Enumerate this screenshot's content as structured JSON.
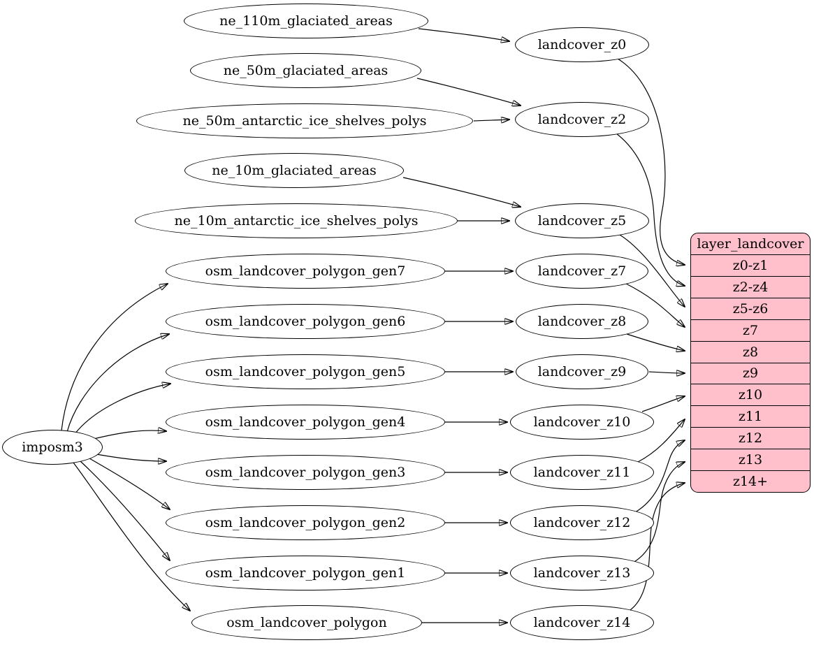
{
  "nodes": {
    "imposm3": "imposm3",
    "ne_110m_glaciated_areas": "ne_110m_glaciated_areas",
    "ne_50m_glaciated_areas": "ne_50m_glaciated_areas",
    "ne_50m_antarctic_ice_shelves_polys": "ne_50m_antarctic_ice_shelves_polys",
    "ne_10m_glaciated_areas": "ne_10m_glaciated_areas",
    "ne_10m_antarctic_ice_shelves_polys": "ne_10m_antarctic_ice_shelves_polys",
    "osm_landcover_polygon_gen7": "osm_landcover_polygon_gen7",
    "osm_landcover_polygon_gen6": "osm_landcover_polygon_gen6",
    "osm_landcover_polygon_gen5": "osm_landcover_polygon_gen5",
    "osm_landcover_polygon_gen4": "osm_landcover_polygon_gen4",
    "osm_landcover_polygon_gen3": "osm_landcover_polygon_gen3",
    "osm_landcover_polygon_gen2": "osm_landcover_polygon_gen2",
    "osm_landcover_polygon_gen1": "osm_landcover_polygon_gen1",
    "osm_landcover_polygon": "osm_landcover_polygon",
    "landcover_z0": "landcover_z0",
    "landcover_z2": "landcover_z2",
    "landcover_z5": "landcover_z5",
    "landcover_z7": "landcover_z7",
    "landcover_z8": "landcover_z8",
    "landcover_z9": "landcover_z9",
    "landcover_z10": "landcover_z10",
    "landcover_z11": "landcover_z11",
    "landcover_z12": "landcover_z12",
    "landcover_z13": "landcover_z13",
    "landcover_z14": "landcover_z14"
  },
  "table": {
    "title": "layer_landcover",
    "rows": [
      "z0-z1",
      "z2-z4",
      "z5-z6",
      "z7",
      "z8",
      "z9",
      "z10",
      "z11",
      "z12",
      "z13",
      "z14+"
    ]
  },
  "edges": [
    [
      "imposm3",
      "osm_landcover_polygon_gen7"
    ],
    [
      "imposm3",
      "osm_landcover_polygon_gen6"
    ],
    [
      "imposm3",
      "osm_landcover_polygon_gen5"
    ],
    [
      "imposm3",
      "osm_landcover_polygon_gen4"
    ],
    [
      "imposm3",
      "osm_landcover_polygon_gen3"
    ],
    [
      "imposm3",
      "osm_landcover_polygon_gen2"
    ],
    [
      "imposm3",
      "osm_landcover_polygon_gen1"
    ],
    [
      "imposm3",
      "osm_landcover_polygon"
    ],
    [
      "ne_110m_glaciated_areas",
      "landcover_z0"
    ],
    [
      "ne_50m_glaciated_areas",
      "landcover_z2"
    ],
    [
      "ne_50m_antarctic_ice_shelves_polys",
      "landcover_z2"
    ],
    [
      "ne_10m_glaciated_areas",
      "landcover_z5"
    ],
    [
      "ne_10m_antarctic_ice_shelves_polys",
      "landcover_z5"
    ],
    [
      "osm_landcover_polygon_gen7",
      "landcover_z7"
    ],
    [
      "osm_landcover_polygon_gen6",
      "landcover_z8"
    ],
    [
      "osm_landcover_polygon_gen5",
      "landcover_z9"
    ],
    [
      "osm_landcover_polygon_gen4",
      "landcover_z10"
    ],
    [
      "osm_landcover_polygon_gen3",
      "landcover_z11"
    ],
    [
      "osm_landcover_polygon_gen2",
      "landcover_z12"
    ],
    [
      "osm_landcover_polygon_gen1",
      "landcover_z13"
    ],
    [
      "osm_landcover_polygon",
      "landcover_z14"
    ],
    [
      "landcover_z0",
      "layer_landcover:z0-z1"
    ],
    [
      "landcover_z2",
      "layer_landcover:z2-z4"
    ],
    [
      "landcover_z5",
      "layer_landcover:z5-z6"
    ],
    [
      "landcover_z7",
      "layer_landcover:z7"
    ],
    [
      "landcover_z8",
      "layer_landcover:z8"
    ],
    [
      "landcover_z9",
      "layer_landcover:z9"
    ],
    [
      "landcover_z10",
      "layer_landcover:z10"
    ],
    [
      "landcover_z11",
      "layer_landcover:z11"
    ],
    [
      "landcover_z12",
      "layer_landcover:z12"
    ],
    [
      "landcover_z13",
      "layer_landcover:z13"
    ],
    [
      "landcover_z14",
      "layer_landcover:z14+"
    ]
  ],
  "colors": {
    "table_fill": "#ffc0cb",
    "stroke": "#000000",
    "background": "#ffffff"
  }
}
